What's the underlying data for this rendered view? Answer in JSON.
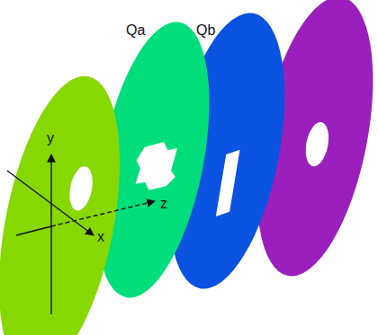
{
  "diagram": {
    "labels": [
      "Qa",
      "Qb",
      "y",
      "z",
      "x"
    ]
  }
}
